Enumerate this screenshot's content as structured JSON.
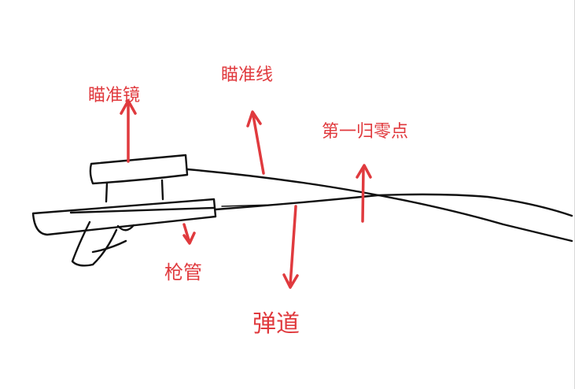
{
  "diagram": {
    "labels": {
      "scope": "瞄准镜",
      "sight_line": "瞄准线",
      "first_zero": "第一归零点",
      "barrel": "枪管",
      "trajectory": "弹道"
    },
    "colors": {
      "ink": "#111111",
      "annotation": "#e03a3e",
      "background": "#ffffff"
    }
  }
}
